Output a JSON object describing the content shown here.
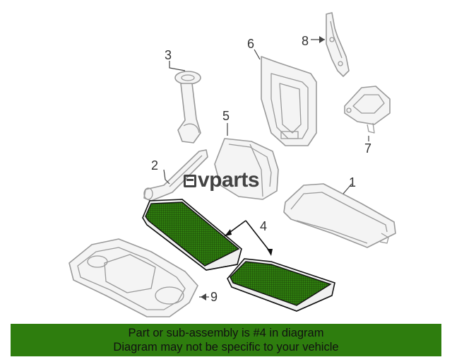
{
  "diagram": {
    "callouts": [
      {
        "id": "1",
        "label": "1"
      },
      {
        "id": "2",
        "label": "2"
      },
      {
        "id": "3",
        "label": "3"
      },
      {
        "id": "4",
        "label": "4"
      },
      {
        "id": "5",
        "label": "5"
      },
      {
        "id": "6",
        "label": "6"
      },
      {
        "id": "7",
        "label": "7"
      },
      {
        "id": "8",
        "label": "8"
      },
      {
        "id": "9",
        "label": "9"
      }
    ],
    "highlight_color": "#2e7d0e"
  },
  "watermark": {
    "text": "vparts"
  },
  "banner": {
    "line1": "Part or sub-assembly is #4 in diagram",
    "line2": "Diagram may not be specific to your vehicle",
    "background": "#2e7d0e"
  }
}
